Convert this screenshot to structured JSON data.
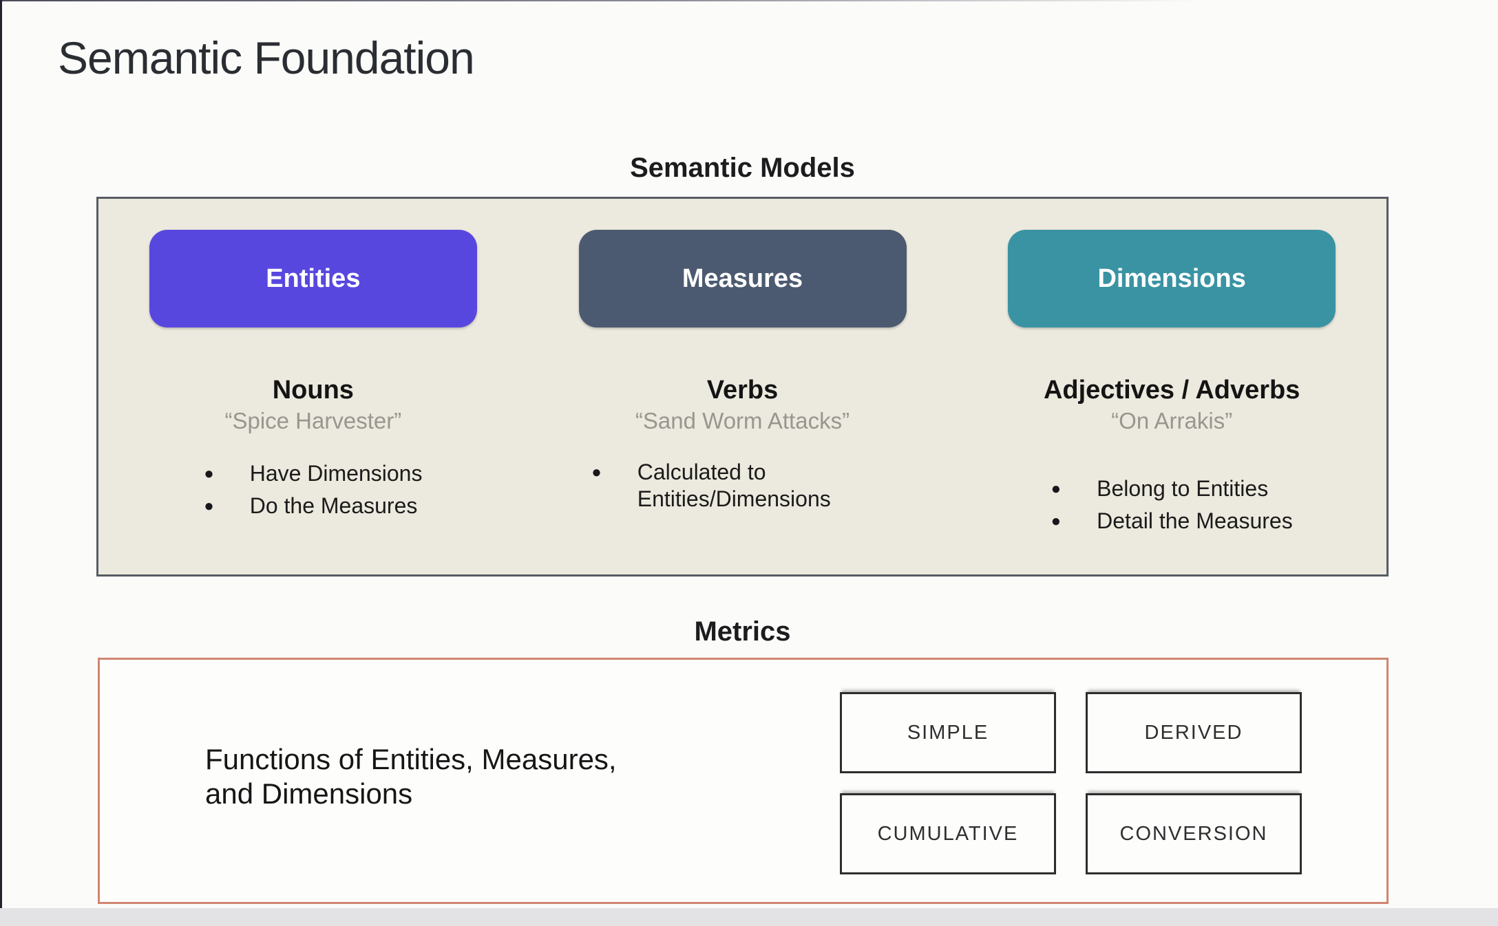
{
  "page": {
    "title": "Semantic Foundation"
  },
  "semantic_models": {
    "heading": "Semantic Models",
    "panel_bg": "#ECE9DE",
    "panel_border": "#565B63",
    "columns": [
      {
        "button_label": "Entities",
        "button_color": "#5847DF",
        "role": "Nouns",
        "example": "“Spice Harvester”",
        "bullets": [
          "Have Dimensions",
          "Do the Measures"
        ]
      },
      {
        "button_label": "Measures",
        "button_color": "#4C5A71",
        "role": "Verbs",
        "example": "“Sand Worm Attacks”",
        "bullets": [
          "Calculated to Entities/Dimensions"
        ]
      },
      {
        "button_label": "Dimensions",
        "button_color": "#3A93A3",
        "role": "Adjectives / Adverbs",
        "example": "“On Arrakis”",
        "bullets": [
          "Belong to Entities",
          "Detail the Measures"
        ]
      }
    ]
  },
  "metrics": {
    "heading": "Metrics",
    "panel_border": "#D08570",
    "description": "Functions of Entities, Measures,\nand Dimensions",
    "types": [
      "SIMPLE",
      "DERIVED",
      "CUMULATIVE",
      "CONVERSION"
    ]
  }
}
